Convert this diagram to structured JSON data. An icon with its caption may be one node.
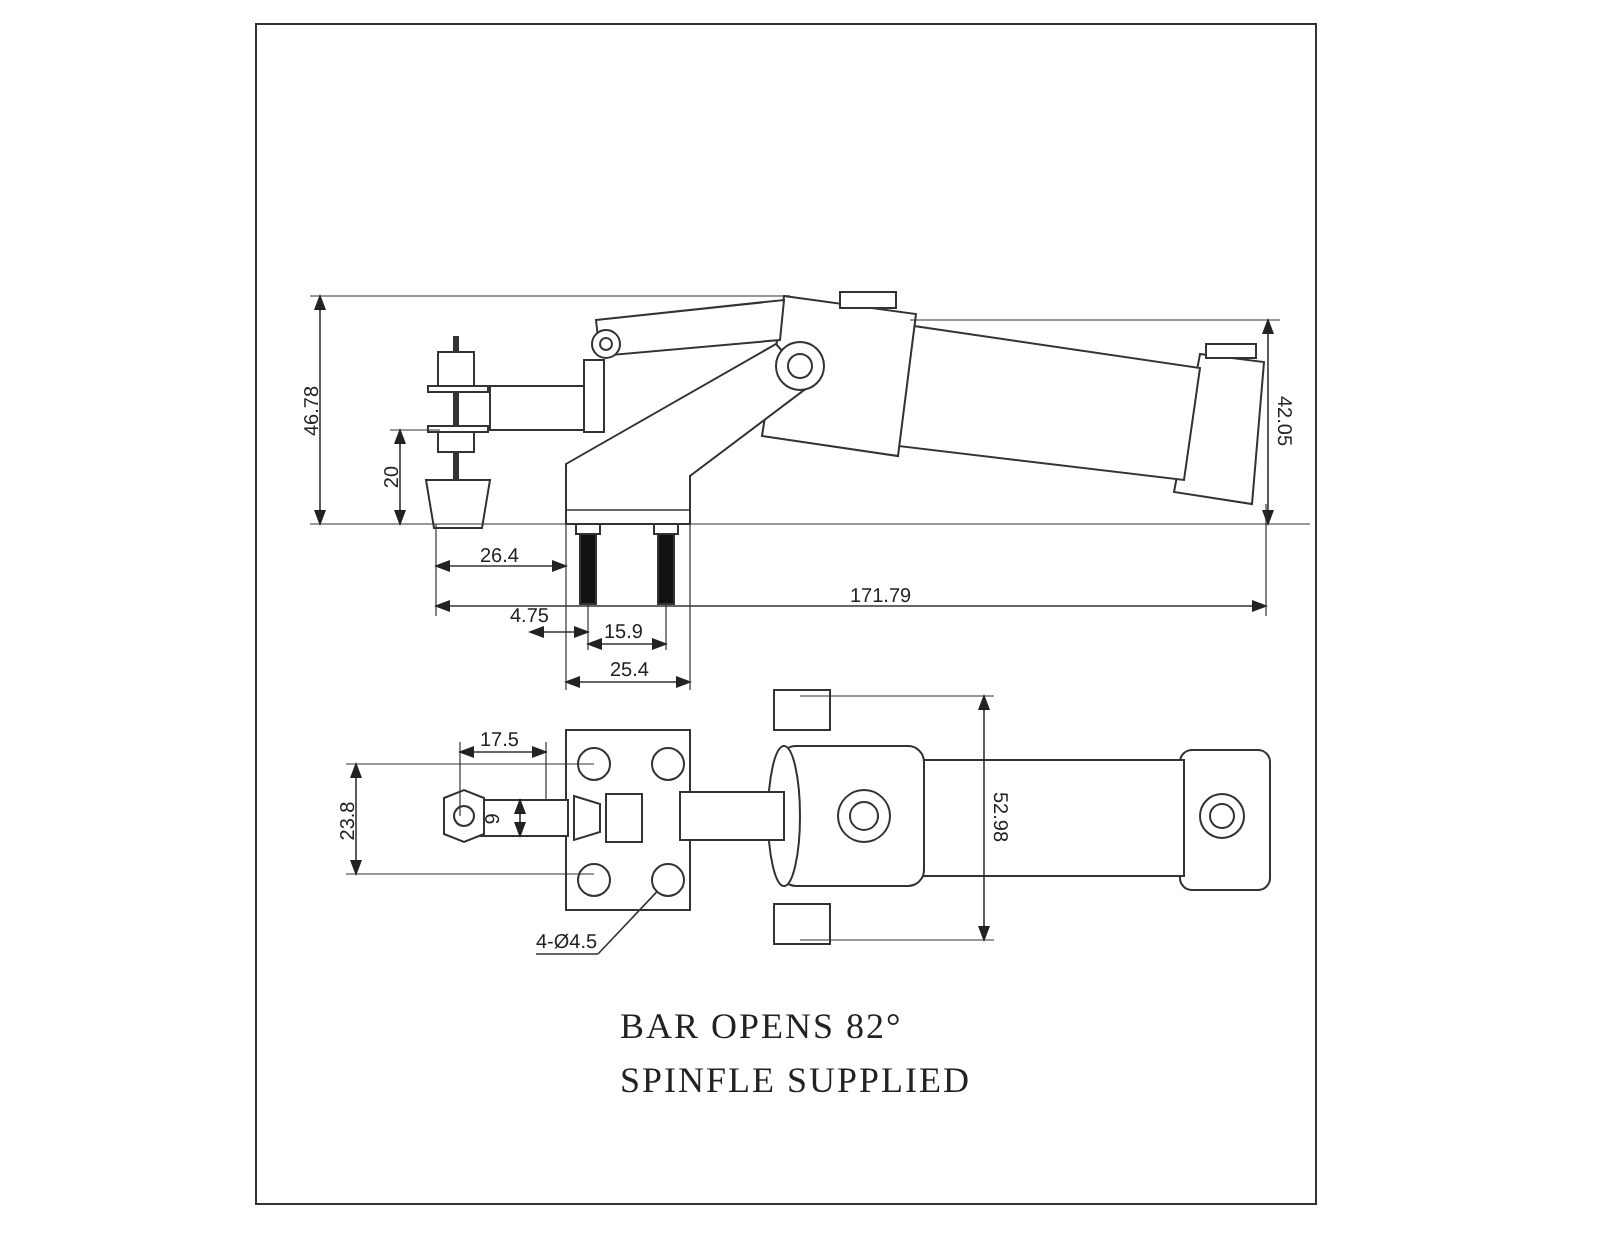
{
  "diagram": {
    "nodes": [
      {
        "text": [
          "4-Ø4.5"
        ]
      },
      {
        "text": [],
        "shape": "circle"
      }
    ],
    "edges": [
      {
        "from": 0,
        "to": 1,
        "arrow": "none"
      }
    ],
    "labels": [
      "46.78",
      "20",
      "42.05",
      "26.4",
      "171.79",
      "4.75",
      "15.9",
      "25.4",
      "17.5",
      "23.8",
      "9",
      "52.98",
      "BAR OPENS 82°",
      "SPINFLE SUPPLIED"
    ]
  }
}
